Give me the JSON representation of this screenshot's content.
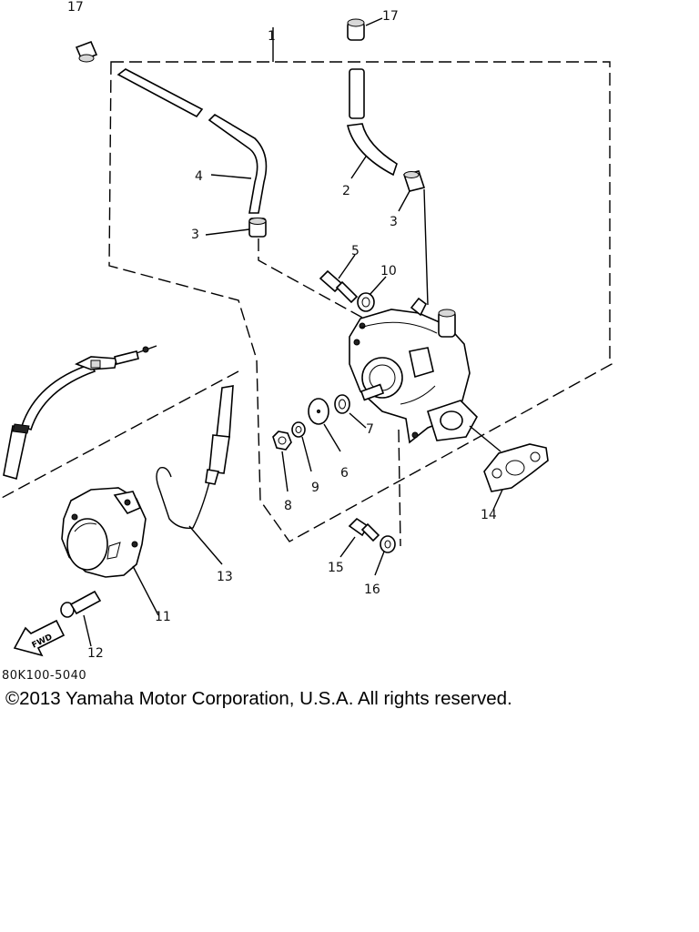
{
  "callouts": {
    "p1": "1",
    "p2": "2",
    "p3a": "3",
    "p3b": "3",
    "p4": "4",
    "p5": "5",
    "p6": "6",
    "p7": "7",
    "p8": "8",
    "p9": "9",
    "p10": "10",
    "p11": "11",
    "p12": "12",
    "p13": "13",
    "p14": "14",
    "p15": "15",
    "p16": "16",
    "p17a": "17",
    "p17b": "17"
  },
  "fwd_label": "FWD",
  "diagram_code": "80K100-5040",
  "copyright": "©2013 Yamaha Motor Corporation, U.S.A. All rights reserved."
}
